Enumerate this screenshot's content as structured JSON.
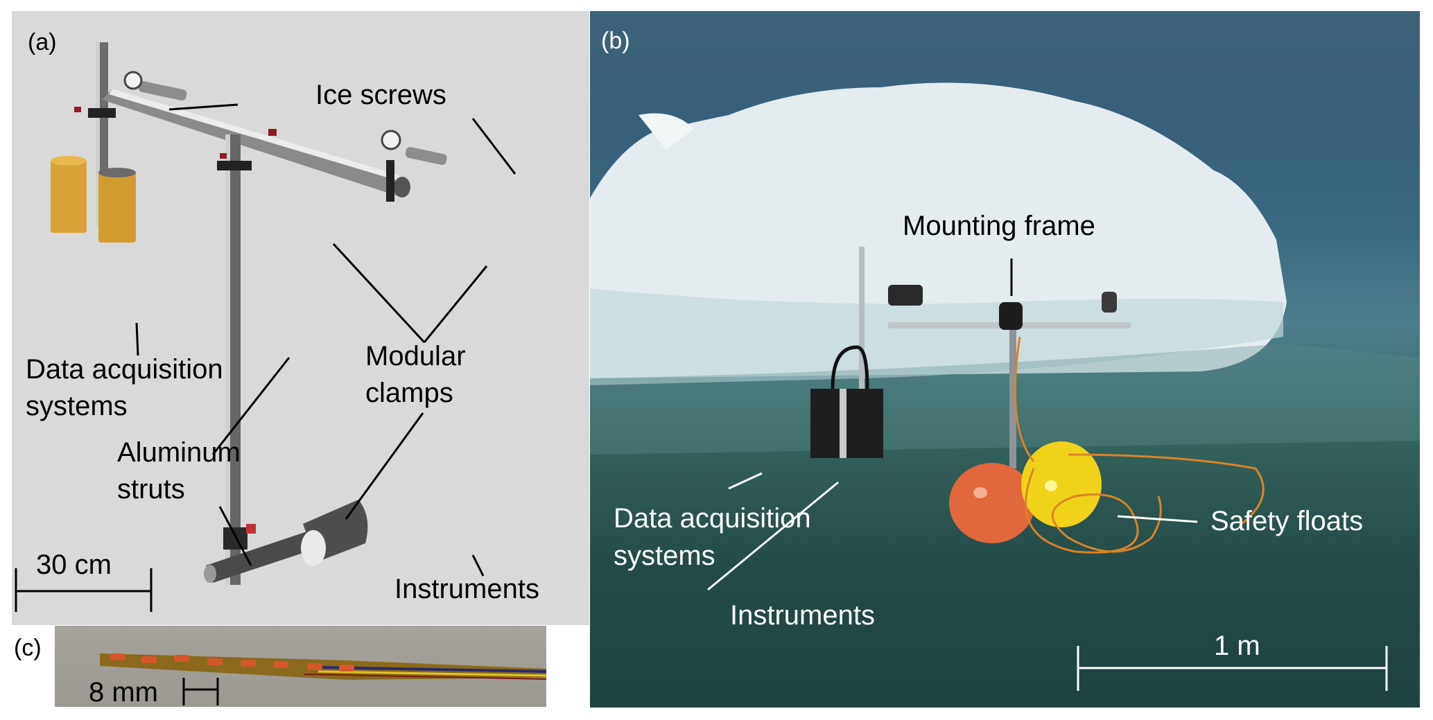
{
  "figure": {
    "panels": {
      "a": {
        "tag": "(a)",
        "labels": {
          "ice_screws": "Ice screws",
          "data_acquisition_line1": "Data acquisition",
          "data_acquisition_line2": "systems",
          "modular_line1": "Modular",
          "modular_line2": "clamps",
          "aluminum_line1": "Aluminum",
          "aluminum_line2": "struts",
          "instruments": "Instruments"
        },
        "scale_bar": "30 cm",
        "colors": {
          "background": "#d9d9d9",
          "cylinders": "#d9a238",
          "struts": "#7a7a7a",
          "clamp_knobs": "#8b1e25"
        }
      },
      "b": {
        "tag": "(b)",
        "labels": {
          "mounting_frame": "Mounting frame",
          "data_acquisition_line1": "Data acquisition",
          "data_acquisition_line2": "systems",
          "instruments": "Instruments",
          "safety_floats": "Safety floats"
        },
        "scale_bar": "1 m",
        "colors": {
          "water": "#244a47",
          "ice": "#e3ecef",
          "float_orange": "#e0683c",
          "float_yellow": "#f1d21a",
          "rope": "#d9832a"
        }
      },
      "c": {
        "tag": "(c)",
        "scale_bar": "8 mm",
        "colors": {
          "background": "#a29e98",
          "coil": "#d4582c",
          "wire": "#2a2a6a"
        }
      }
    }
  }
}
